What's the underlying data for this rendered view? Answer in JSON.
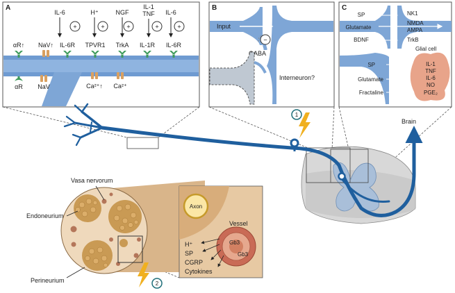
{
  "panel_a": {
    "letter": "A",
    "mediators": [
      {
        "line1": "IL-6",
        "line2": ""
      },
      {
        "line1": "H⁺",
        "line2": ""
      },
      {
        "line1": "NGF",
        "line2": ""
      },
      {
        "line1": "IL-1",
        "line2": "TNF"
      },
      {
        "line1": "IL-6",
        "line2": ""
      }
    ],
    "plus_symbol": "+",
    "top_receptors": [
      "αR↑",
      "NaV↑",
      "IL-6R",
      "TPVR1",
      "TrkA",
      "IL-1R",
      "IL-6R"
    ],
    "bottom_receptors": [
      "αR",
      "NaV",
      "Ca²⁺↑",
      "Ca²⁺"
    ]
  },
  "panel_b": {
    "letter": "B",
    "input_label": "Input",
    "gaba_label": "GABA",
    "minus_symbol": "−",
    "interneuron_label": "Interneuron?"
  },
  "panel_c": {
    "letter": "C",
    "left_labels": [
      "SP",
      "Glutamate",
      "BDNF"
    ],
    "right_labels": [
      "NK1",
      "NMDA",
      "AMPA",
      "TrkB"
    ],
    "lower_labels": [
      "SP",
      "Glutamate",
      "Fractaline"
    ],
    "glial_title": "Glial cell",
    "glial_items": [
      "IL-1",
      "TNF",
      "IL-6",
      "NO",
      "PGE₂"
    ]
  },
  "main": {
    "brain_label": "Brain",
    "site1": "1",
    "site2": "2",
    "vasa_label": "Vasa nervorum",
    "endo_label": "Endoneurium",
    "peri_label": "Perineurium"
  },
  "inset": {
    "axon_label": "Axon",
    "vessel_label": "Vessel",
    "gb_labels": [
      "Gb3",
      "Gb3"
    ],
    "mediators": [
      "H⁺",
      "SP",
      "CGRP",
      "Cytokines"
    ]
  },
  "colors": {
    "nerve_blue": "#1f5f9e",
    "panel_blue": "#7ea6d6",
    "tan": "#d9b58a",
    "fascicle": "#c99a54",
    "glial": "#e8a48a",
    "spinal_grey": "#c9c9c9",
    "bolt": "#f0b020",
    "receptor_green": "#3d9a5a"
  }
}
